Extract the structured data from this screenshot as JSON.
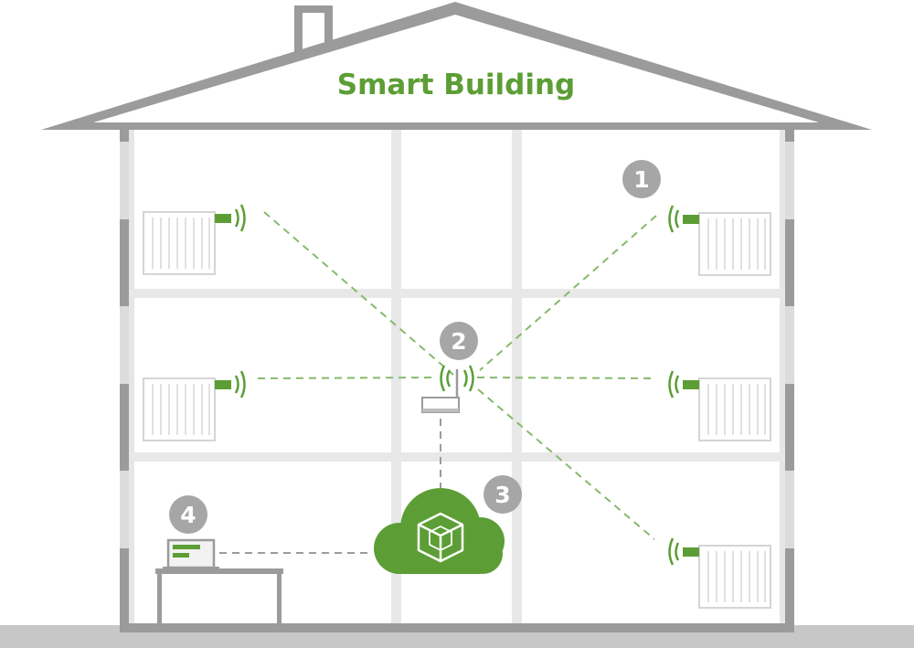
{
  "title": "Smart Building",
  "badges": [
    {
      "id": "radiator-thermostat",
      "label": "1"
    },
    {
      "id": "gateway",
      "label": "2"
    },
    {
      "id": "cloud",
      "label": "3"
    },
    {
      "id": "laptop",
      "label": "4"
    }
  ],
  "icons": {
    "thermostat": "radiator-valve-icon",
    "wireless": "wireless-signal-icon",
    "gateway": "gateway-router-icon",
    "cloud": "cloud-cube-icon",
    "laptop": "laptop-dashboard-icon"
  },
  "colors": {
    "brand_green": "#5c9e35",
    "building_gray": "#9b9b9b",
    "badge_gray": "#a6a6a6",
    "radiator_fill": "#ffffff",
    "radiator_stroke": "#d5d5d5",
    "dashed_green": "#86b96b",
    "dashed_gray": "#9c9c9c"
  }
}
